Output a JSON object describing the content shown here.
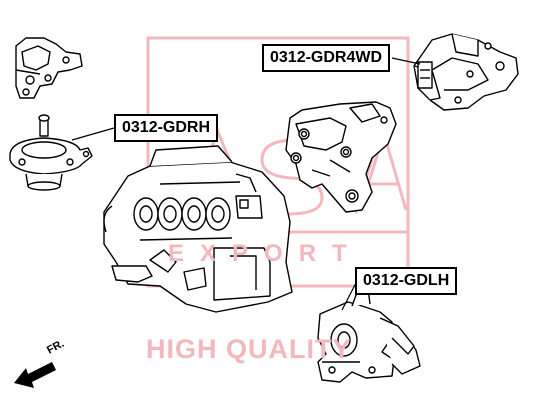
{
  "callouts": {
    "gdr4wd": "0312-GDR4WD",
    "gdrh": "0312-GDRH",
    "gdlh": "0312-GDLH"
  },
  "watermark": {
    "brand": "ASVA",
    "sub": "EXPORT",
    "slogan": "HIGH QUALITY",
    "color": "#e8a0a8"
  },
  "direction": {
    "label": "FR."
  },
  "colors": {
    "line": "#000000",
    "background": "#ffffff"
  }
}
